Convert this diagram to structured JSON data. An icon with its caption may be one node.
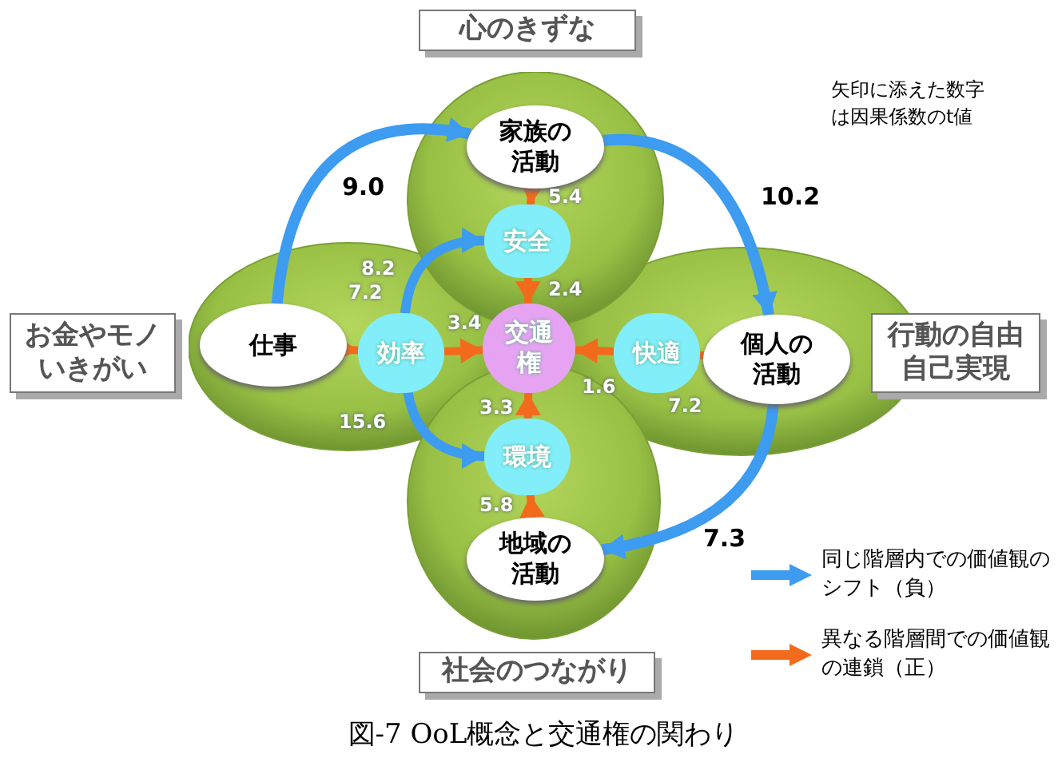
{
  "diagram": {
    "caption": "図-7 OoL概念と交通権の関わり",
    "nodes": [
      {
        "text": [
          "心のきずな"
        ]
      },
      {
        "text": [
          "お金やモノ",
          "いきがい"
        ]
      },
      {
        "text": [
          "行動の自由",
          "自己実現"
        ]
      },
      {
        "text": [
          "社会のつながり"
        ]
      },
      {
        "text": [
          "家族の活動"
        ]
      },
      {
        "text": [
          "仕事"
        ]
      },
      {
        "text": [
          "個人の活動"
        ]
      },
      {
        "text": [
          "地域の活動"
        ]
      },
      {
        "text": [
          "安全"
        ]
      },
      {
        "text": [
          "効率"
        ]
      },
      {
        "text": [
          "交通権"
        ]
      },
      {
        "text": [
          "快適"
        ]
      },
      {
        "text": [
          "環境"
        ]
      }
    ],
    "edges": [
      {
        "from": 5,
        "to": 4,
        "arrow": "to",
        "label": "9.0",
        "color": "#3d9bf0"
      },
      {
        "from": 4,
        "to": 6,
        "arrow": "to",
        "label": "10.2",
        "color": "#3d9bf0"
      },
      {
        "from": 6,
        "to": 7,
        "arrow": "to",
        "label": "7.3",
        "color": "#3d9bf0"
      },
      {
        "from": 9,
        "to": 8,
        "arrow": "to",
        "label": "8.2",
        "color": "#3d9bf0"
      },
      {
        "from": 9,
        "to": 12,
        "arrow": "to",
        "label": "15.6",
        "color": "#3d9bf0"
      },
      {
        "from": 4,
        "to": 8,
        "arrow": "to",
        "label": "5.4"
      },
      {
        "from": 8,
        "to": 10,
        "arrow": "to",
        "label": "2.4"
      },
      {
        "from": 5,
        "to": 9,
        "arrow": "to",
        "label": "7.2"
      },
      {
        "from": 9,
        "to": 10,
        "arrow": "to",
        "label": "3.4"
      },
      {
        "from": 6,
        "to": 11,
        "arrow": "to",
        "label": "7.2"
      },
      {
        "from": 11,
        "to": 10,
        "arrow": "to",
        "label": "1.6"
      },
      {
        "from": 12,
        "to": 10,
        "arrow": "to",
        "label": "3.3"
      },
      {
        "from": 7,
        "to": 12,
        "arrow": "to",
        "label": "5.8"
      }
    ],
    "labels": [
      "矢印に添えた数字は因果係数のt値"
    ],
    "legend": [
      {
        "text": "同じ階層内での価値観のシフト（負）"
      },
      {
        "text": "異なる階層間での価値観の連鎖（正）"
      }
    ]
  }
}
